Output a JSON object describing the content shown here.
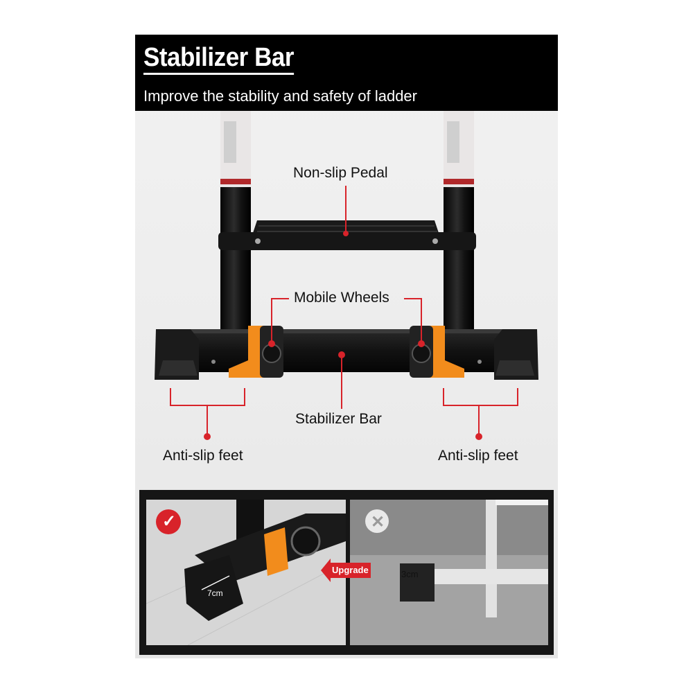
{
  "header": {
    "title": "Stabilizer Bar",
    "subtitle": "Improve the stability and safety of ladder"
  },
  "callouts": {
    "pedal": "Non-slip Pedal",
    "wheels": "Mobile Wheels",
    "bar": "Stabilizer Bar",
    "feet_left": "Anti-slip feet",
    "feet_right": "Anti-slip feet"
  },
  "comparison": {
    "upgrade_label": "Upgrade",
    "new_width": "7cm",
    "old_width": "3cm"
  },
  "colors": {
    "accent_red": "#d8232a",
    "accent_orange": "#f28c1c",
    "ladder_black": "#141414"
  }
}
